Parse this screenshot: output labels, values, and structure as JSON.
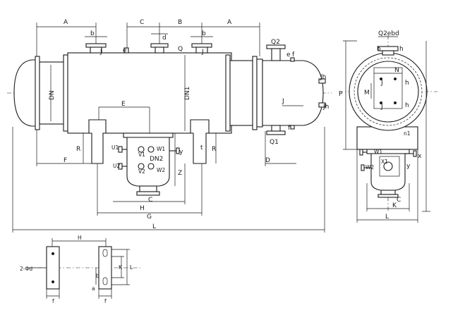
{
  "labels": {
    "a": "A",
    "b_cap": "B",
    "b": "b",
    "c": "C",
    "d": "d",
    "d_cap": "D",
    "e": "e",
    "e_cap": "E",
    "f": "f",
    "f_cap": "F",
    "g": "G",
    "h": "h",
    "h_cap": "H",
    "j": "J",
    "j_cap": "J",
    "jh": "Jh",
    "k_cap": "K",
    "l_cap": "L",
    "m": "M",
    "n": "N",
    "n1": "n1",
    "p": "P",
    "q": "Q",
    "q1": "Q1",
    "q2": "Q2",
    "q2ebd": "Q2ebd",
    "r": "R",
    "t": "t",
    "u1": "U1",
    "u2": "U2",
    "v1": "V1",
    "v2": "V2",
    "w1": "W1",
    "w2": "W2",
    "x": "x",
    "x1": "X1",
    "y": "y",
    "z": "Z",
    "dn": "DN",
    "dn1": "DN1",
    "dn2": "DN2",
    "two_phi_d": "2-Φd",
    "a_lower": "a",
    "k_lower": "K",
    "l_lower": "L"
  }
}
